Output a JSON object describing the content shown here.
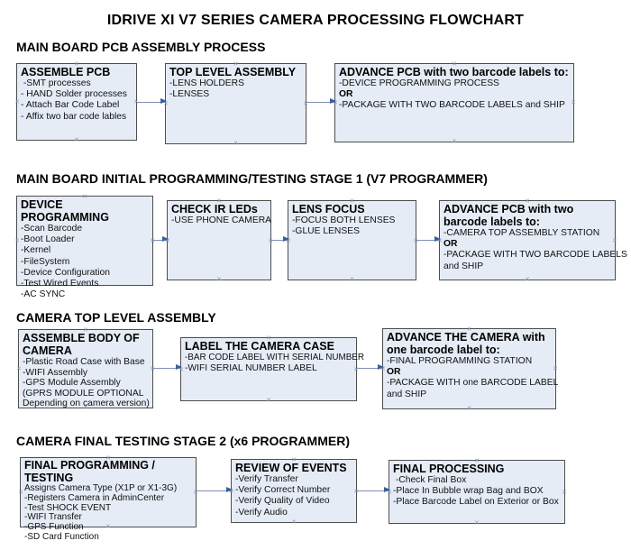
{
  "title": "IDRIVE XI V7 SERIES CAMERA PROCESSING FLOWCHART",
  "sections": [
    {
      "header": "MAIN BOARD PCB ASSEMBLY PROCESS",
      "boxes": [
        {
          "title": "ASSEMBLE PCB",
          "lines": [
            " -SMT processes",
            "- HAND Solder processes",
            "- Attach Bar Code Label",
            "- Affix two bar code lables"
          ]
        },
        {
          "title": "TOP LEVEL ASSEMBLY",
          "lines": [
            "-LENS HOLDERS",
            "-LENSES"
          ]
        },
        {
          "title": "ADVANCE PCB with two barcode labels to:",
          "lines": [
            "-DEVICE PROGRAMMING PROCESS",
            "OR",
            "-PACKAGE WITH TWO BARCODE LABELS and SHIP"
          ]
        }
      ]
    },
    {
      "header": "MAIN BOARD INITIAL PROGRAMMING/TESTING STAGE 1 (V7 PROGRAMMER)",
      "boxes": [
        {
          "title": "DEVICE PROGRAMMING",
          "lines": [
            "-Scan Barcode",
            "-Boot Loader",
            "-Kernel",
            "-FileSystem",
            "-Device Configuration",
            "-Test Wired Events",
            "-AC SYNC"
          ]
        },
        {
          "title": "CHECK IR LEDs",
          "lines": [
            "-USE PHONE CAMERA"
          ]
        },
        {
          "title": "LENS FOCUS",
          "lines": [
            "-FOCUS BOTH LENSES",
            "-GLUE LENSES"
          ]
        },
        {
          "title": "ADVANCE PCB with two barcode labels to:",
          "lines": [
            "-CAMERA TOP ASSEMBLY STATION",
            "OR",
            "-PACKAGE WITH TWO BARCODE LABELS",
            "and SHIP"
          ]
        }
      ]
    },
    {
      "header": "CAMERA TOP LEVEL ASSEMBLY",
      "boxes": [
        {
          "title": "ASSEMBLE BODY OF CAMERA",
          "lines": [
            "-Plastic Road Case with Base",
            "-WIFI Assembly",
            "-GPS Module Assembly",
            "(GPRS MODULE OPTIONAL",
            "Depending on camera version)"
          ]
        },
        {
          "title": "LABEL THE CAMERA CASE",
          "lines": [
            "-BAR CODE LABEL WITH SERIAL NUMBER",
            "-WIFI SERIAL NUMBER LABEL"
          ]
        },
        {
          "title": "ADVANCE THE CAMERA with one barcode label to:",
          "lines": [
            "-FINAL PROGRAMMING STATION",
            "OR",
            "-PACKAGE WITH one BARCODE LABEL",
            "and SHIP"
          ]
        }
      ]
    },
    {
      "header": "CAMERA FINAL TESTING STAGE 2 (x6 PROGRAMMER)",
      "boxes": [
        {
          "title": "FINAL PROGRAMMING / TESTING",
          "lines": [
            "Assigns Camera Type (X1P or X1-3G)",
            "-Registers Camera in AdminCenter",
            "-Test SHOCK EVENT",
            "-WIFI Transfer",
            "-GPS Function",
            "-SD Card Function"
          ]
        },
        {
          "title": "REVIEW OF EVENTS",
          "lines": [
            "-Verify Transfer",
            "-Verify Correct Number",
            "-Verify Quality of Video",
            "-Verify Audio"
          ]
        },
        {
          "title": "FINAL PROCESSING",
          "lines": [
            " -Check Final Box",
            "-Place In Bubble wrap Bag and BOX",
            "-Place Barcode Label on Exterior or Box"
          ]
        }
      ]
    }
  ],
  "icons": {
    "connection_point": "x-mark",
    "arrowhead": "right-triangle"
  },
  "colors": {
    "box_fill": "#e6ecf6",
    "box_border": "#4d4d4d",
    "arrow_line": "#8090b4",
    "arrow_head": "#3a5fa0",
    "connector_mark": "#8b97b5",
    "text": "#000000",
    "background": "#ffffff"
  }
}
